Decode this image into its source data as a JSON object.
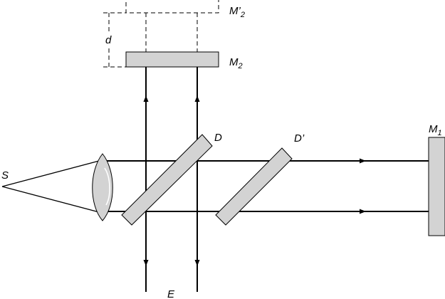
{
  "labels": {
    "source": "S",
    "mirror_fixed": "M",
    "mirror_fixed_sub": "1",
    "mirror_movable": "M",
    "mirror_movable_sub": "2",
    "mirror_image": "M’",
    "mirror_image_sub": "2",
    "splitter": "D",
    "compensator": "D’",
    "displacement": "d",
    "observer": "E"
  },
  "colors": {
    "element_fill": "#d3d3d3",
    "stroke": "#000000"
  }
}
